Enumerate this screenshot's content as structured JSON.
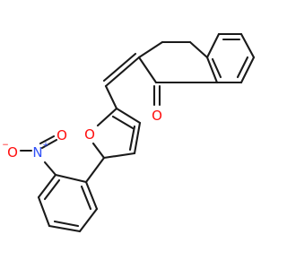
{
  "molecule": {
    "colors": {
      "bond": "#1a1a1a",
      "carbon": "#1a1a1a",
      "oxygen": "#ff0d0d",
      "nitrogen": "#3050f8"
    },
    "atoms": {
      "ketone_oxygen": {
        "symbol": "O",
        "color": "#ff0d0d"
      },
      "furan_oxygen": {
        "symbol": "O",
        "color": "#ff0d0d"
      },
      "nitro_nitrogen": {
        "symbol": "N",
        "charge": "+",
        "color": "#3050f8"
      },
      "nitro_oxygen_double": {
        "symbol": "O",
        "color": "#ff0d0d"
      },
      "nitro_oxygen_single": {
        "symbol": "O",
        "charge": "−",
        "color": "#ff0d0d"
      }
    }
  }
}
